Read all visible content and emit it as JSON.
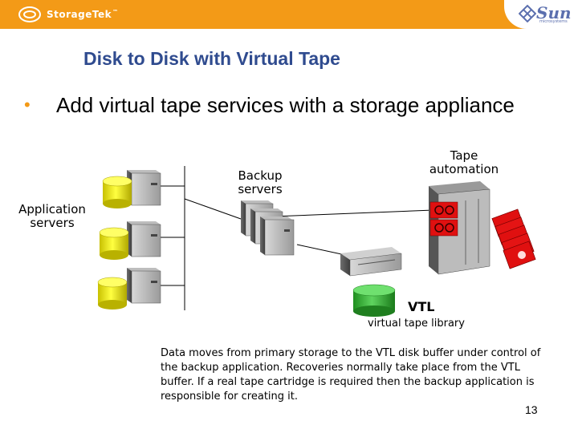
{
  "header": {
    "brand_left": "StorageTek",
    "brand_left_tm": "™",
    "brand_right": "Sun",
    "brand_right_sub": "microsystems"
  },
  "slide": {
    "title": "Disk to Disk with Virtual Tape",
    "bullet": "Add virtual tape services with a storage appliance",
    "page_number": "13"
  },
  "diagram": {
    "application_servers": "Application servers",
    "backup_servers": "Backup servers",
    "tape_automation": "Tape automation",
    "vtl": "VTL",
    "vtl_full": "virtual tape library"
  },
  "description": "Data moves from primary storage to the VTL disk buffer under control of the backup application. Recoveries normally take place from the VTL buffer. If a real tape cartridge is required then the backup application is responsible for creating it.",
  "colors": {
    "header_orange": "#f39a17",
    "title_blue": "#2f4b8f",
    "disk_yellow": "#e8e000",
    "vtl_green": "#38b338",
    "tape_red": "#e01010",
    "server_gray": "#8a8a8a"
  },
  "icons": [
    "storagetek-logo-icon",
    "sun-logo-icon",
    "server-icon",
    "disk-cylinder-icon",
    "tape-library-icon",
    "tape-cartridge-icon",
    "vtl-appliance-icon"
  ]
}
